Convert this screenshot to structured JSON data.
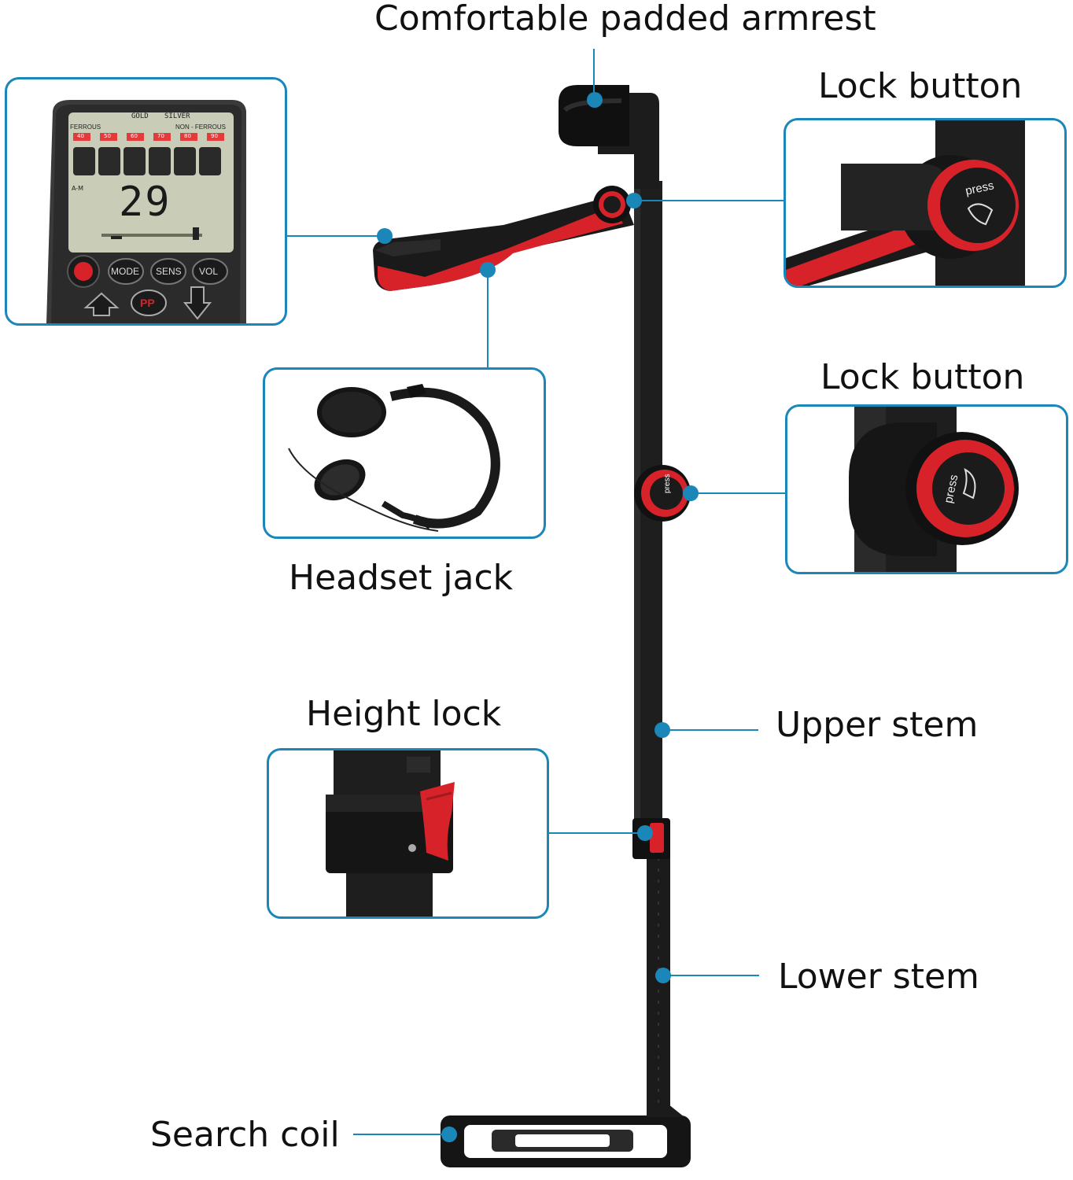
{
  "labels": {
    "armrest": "Comfortable padded armrest",
    "lock_button_top": "Lock button",
    "lock_button_mid": "Lock button",
    "headset_jack": "Headset jack",
    "height_lock": "Height lock",
    "upper_stem": "Upper stem",
    "lower_stem": "Lower stem",
    "search_coil": "Search coil"
  },
  "display": {
    "header_left": "GOLD",
    "header_right": "SILVER",
    "ferrous": "FERROUS",
    "non_ferrous": "NON - FERROUS",
    "scale": [
      "40",
      "50",
      "60",
      "70",
      "80",
      "90"
    ],
    "mode_indicator": "A-M",
    "reading": "29",
    "buttons": {
      "mode": "MODE",
      "sens": "SENS",
      "vol": "VOL",
      "pp": "PP"
    }
  },
  "button_text": {
    "press_top": "press",
    "press_mid": "press"
  },
  "colors": {
    "accent_blue": "#1a87b8",
    "detector_red": "#d8222a",
    "body_black": "#1b1b1b",
    "lcd_green": "#c9cdb8"
  }
}
